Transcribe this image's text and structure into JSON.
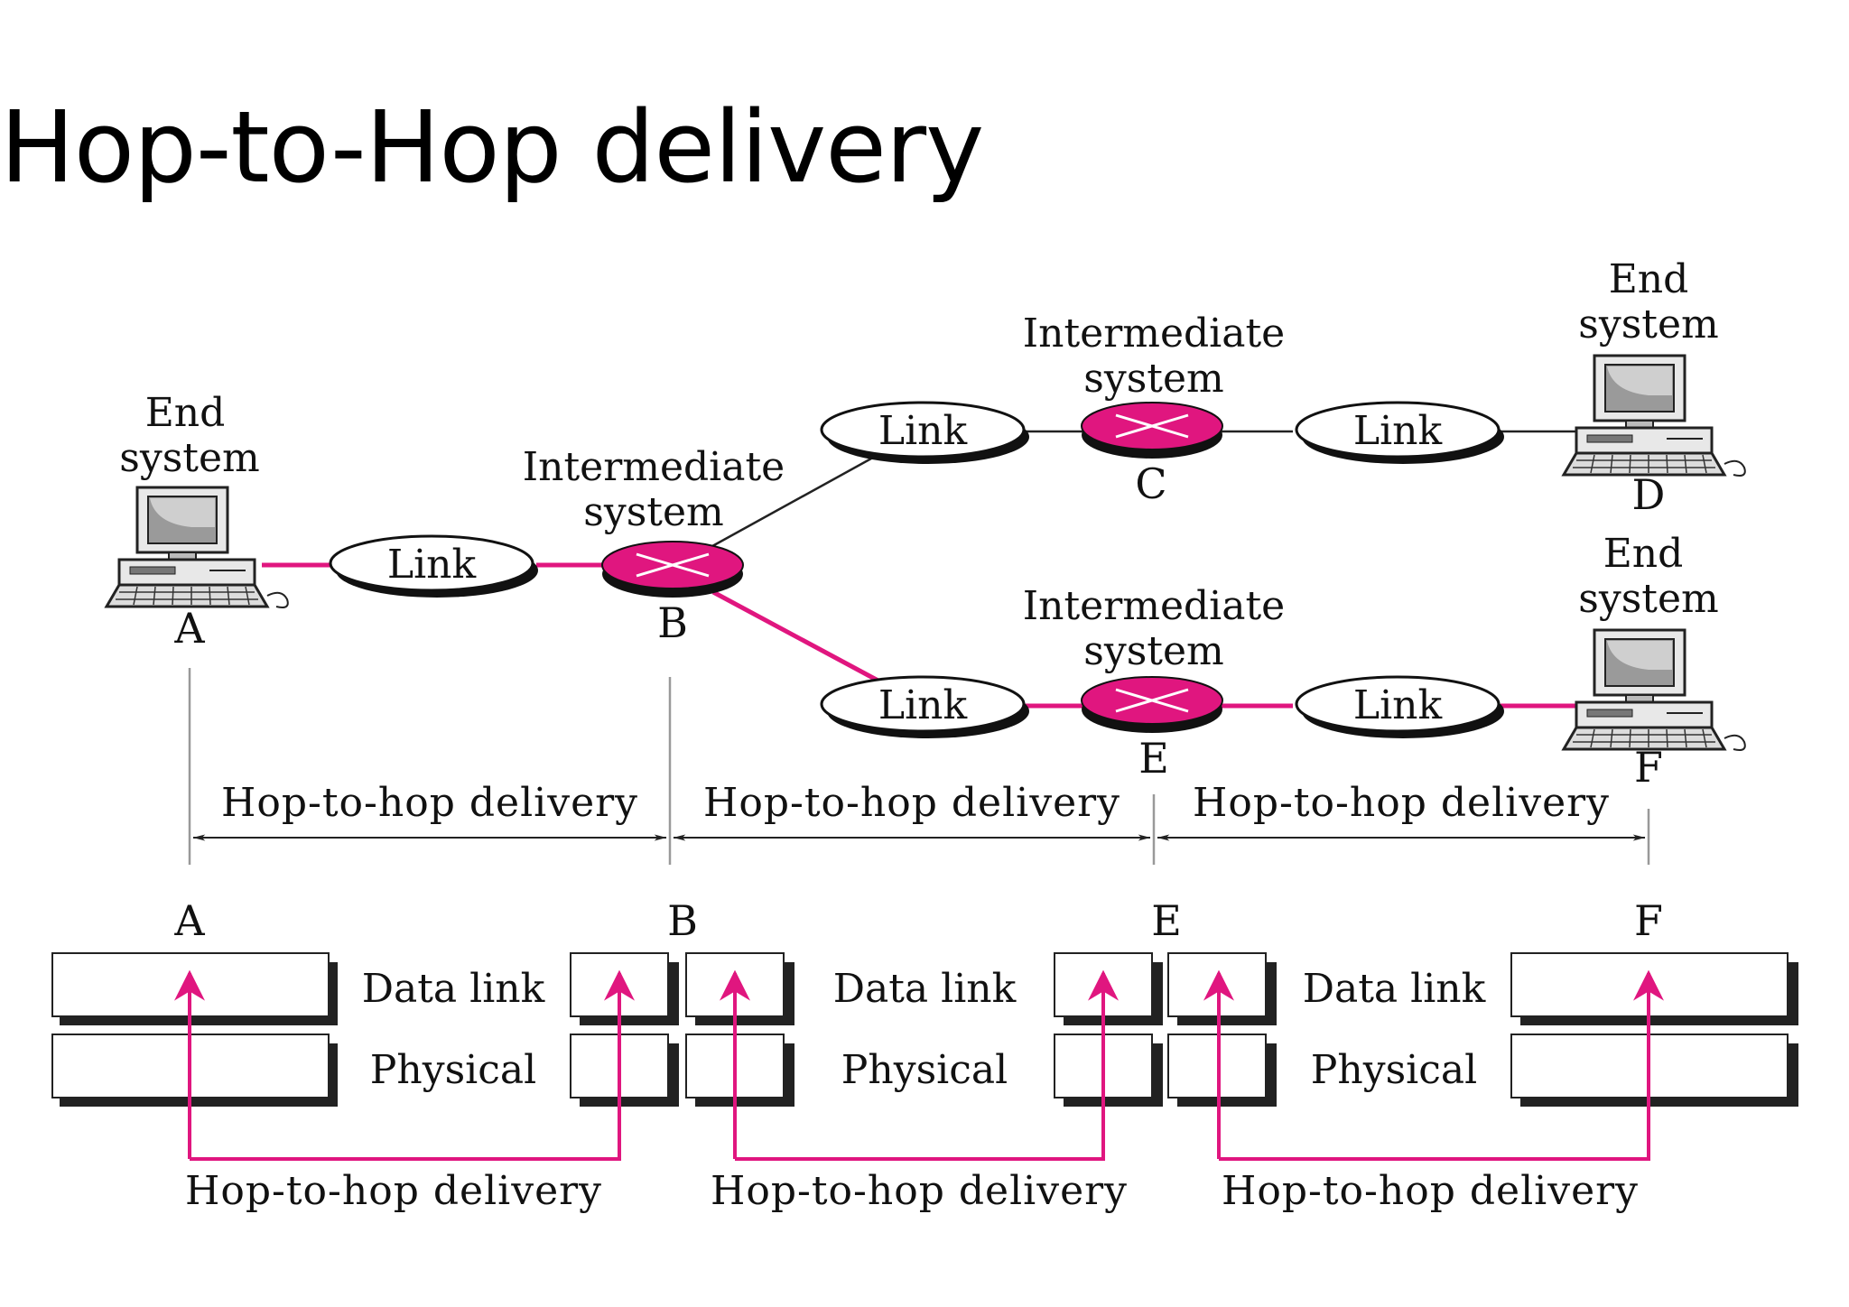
{
  "title": "Hop-to-Hop delivery",
  "colors": {
    "accent": "#e0167f",
    "line": "#222222",
    "box_shadow": "#222222"
  },
  "network": {
    "end_system_label_line1": "End",
    "end_system_label_line2": "system",
    "intermediate_label_line1": "Intermediate",
    "intermediate_label_line2": "system",
    "link_label": "Link",
    "nodes": {
      "a": "A",
      "b": "B",
      "c": "C",
      "d": "D",
      "e": "E",
      "f": "F"
    },
    "computer_icon": "computer-icon",
    "router_icon": "router-icon"
  },
  "hop_label": "Hop-to-hop delivery",
  "layers": {
    "data_link": "Data link",
    "physical": "Physical"
  },
  "stack_nodes": [
    "A",
    "B",
    "E",
    "F"
  ]
}
